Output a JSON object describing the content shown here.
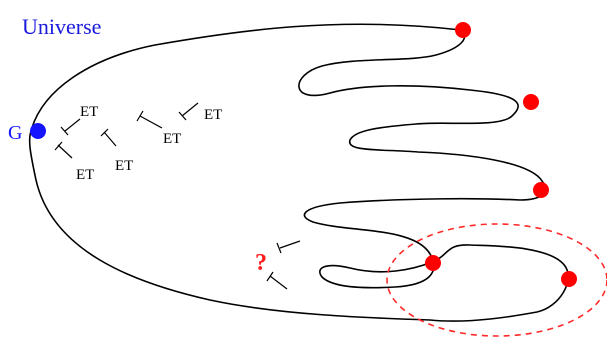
{
  "diagram": {
    "title": "Universe",
    "start_label": "G",
    "question_label": "?",
    "et_labels": [
      "ET",
      "ET",
      "ET",
      "ET",
      "ET"
    ],
    "colors": {
      "title": "#1a1adc",
      "start_point": "#1515ff",
      "red_points": "#ff0000",
      "question": "#ff1d1d",
      "dashed_ellipse": "#ff2a2a",
      "outline": "#000000"
    }
  }
}
